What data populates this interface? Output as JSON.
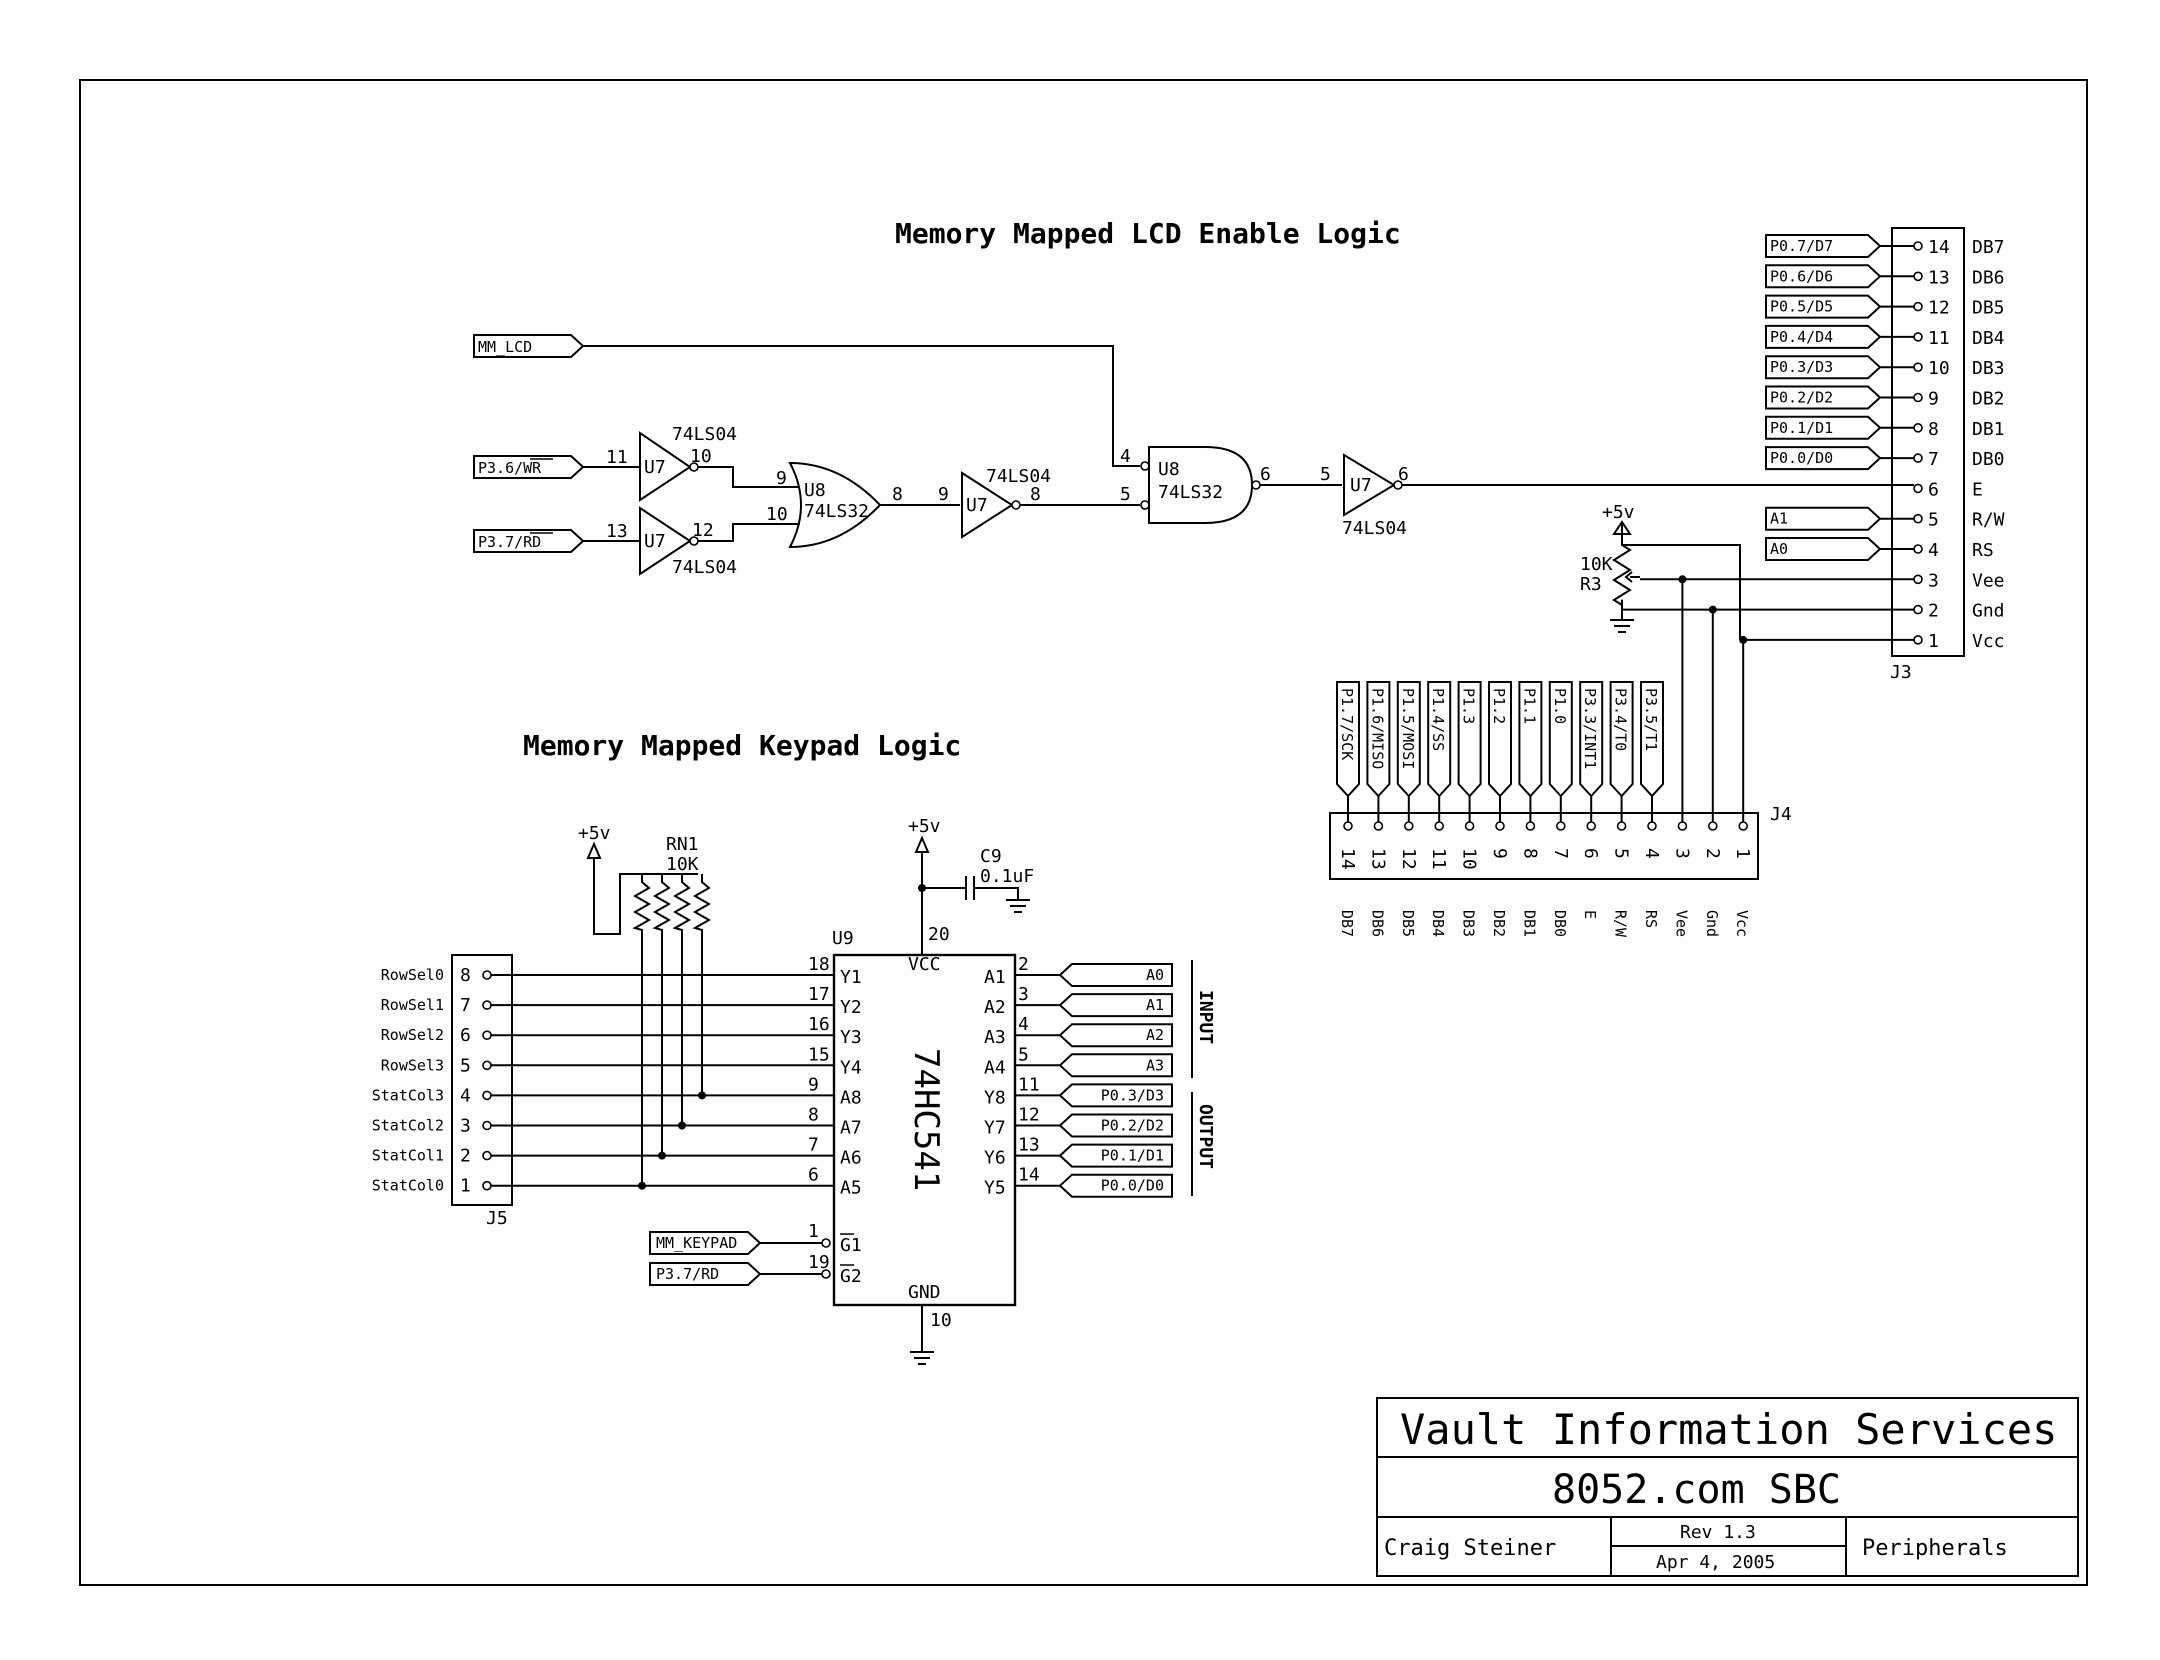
{
  "titles": {
    "lcd": "Memory Mapped LCD Enable Logic",
    "keypad": "Memory Mapped Keypad Logic"
  },
  "lcd_logic": {
    "inputs": {
      "mm_lcd": "MM_LCD",
      "wr": "P3.6/WR",
      "rd": "P3.7/RD"
    },
    "inv_wr": {
      "ref": "U7",
      "part": "74LS04",
      "pin_in": "11",
      "pin_out": "10"
    },
    "inv_rd": {
      "ref": "U7",
      "part": "74LS04",
      "pin_in": "13",
      "pin_out": "12"
    },
    "or_gate": {
      "ref": "U8",
      "part": "74LS32",
      "pin_a": "9",
      "pin_b": "10",
      "pin_out": "8"
    },
    "inv_mid": {
      "ref": "U7",
      "part": "74LS04",
      "pin_in": "9",
      "pin_out": "8"
    },
    "nor_gate": {
      "ref": "U8",
      "part": "74LS32",
      "pin_a": "4",
      "pin_b": "5",
      "pin_out": "6"
    },
    "inv_out": {
      "ref": "U7",
      "part": "74LS04",
      "pin_in": "5",
      "pin_out": "6"
    }
  },
  "j3": {
    "ref": "J3",
    "pins": [
      {
        "num": "14",
        "sig": "DB7",
        "port": "P0.7/D7"
      },
      {
        "num": "13",
        "sig": "DB6",
        "port": "P0.6/D6"
      },
      {
        "num": "12",
        "sig": "DB5",
        "port": "P0.5/D5"
      },
      {
        "num": "11",
        "sig": "DB4",
        "port": "P0.4/D4"
      },
      {
        "num": "10",
        "sig": "DB3",
        "port": "P0.3/D3"
      },
      {
        "num": "9",
        "sig": "DB2",
        "port": "P0.2/D2"
      },
      {
        "num": "8",
        "sig": "DB1",
        "port": "P0.1/D1"
      },
      {
        "num": "7",
        "sig": "DB0",
        "port": "P0.0/D0"
      },
      {
        "num": "6",
        "sig": "E",
        "port": ""
      },
      {
        "num": "5",
        "sig": "R/W",
        "port": "A1"
      },
      {
        "num": "4",
        "sig": "RS",
        "port": "A0"
      },
      {
        "num": "3",
        "sig": "Vee",
        "port": ""
      },
      {
        "num": "2",
        "sig": "Gnd",
        "port": ""
      },
      {
        "num": "1",
        "sig": "Vcc",
        "port": ""
      }
    ]
  },
  "pot": {
    "supply": "+5v",
    "value": "10K",
    "ref": "R3"
  },
  "j4": {
    "ref": "J4",
    "pins": [
      {
        "num": "14",
        "sig": "DB7",
        "port": "P1.7/SCK"
      },
      {
        "num": "13",
        "sig": "DB6",
        "port": "P1.6/MISO"
      },
      {
        "num": "12",
        "sig": "DB5",
        "port": "P1.5/MOSI"
      },
      {
        "num": "11",
        "sig": "DB4",
        "port": "P1.4/SS"
      },
      {
        "num": "10",
        "sig": "DB3",
        "port": "P1.3"
      },
      {
        "num": "9",
        "sig": "DB2",
        "port": "P1.2"
      },
      {
        "num": "8",
        "sig": "DB1",
        "port": "P1.1"
      },
      {
        "num": "7",
        "sig": "DB0",
        "port": "P1.0"
      },
      {
        "num": "6",
        "sig": "E",
        "port": "P3.3/INT1"
      },
      {
        "num": "5",
        "sig": "R/W",
        "port": "P3.4/T0"
      },
      {
        "num": "4",
        "sig": "RS",
        "port": "P3.5/T1"
      },
      {
        "num": "3",
        "sig": "Vee",
        "port": ""
      },
      {
        "num": "2",
        "sig": "Gnd",
        "port": ""
      },
      {
        "num": "1",
        "sig": "Vcc",
        "port": ""
      }
    ]
  },
  "keypad": {
    "supply": "+5v",
    "rn": {
      "ref": "RN1",
      "value": "10K"
    },
    "cap": {
      "supply": "+5v",
      "ref": "C9",
      "value": "0.1uF"
    },
    "j5": {
      "ref": "J5",
      "pins": [
        {
          "num": "8",
          "sig": "RowSel0"
        },
        {
          "num": "7",
          "sig": "RowSel1"
        },
        {
          "num": "6",
          "sig": "RowSel2"
        },
        {
          "num": "5",
          "sig": "RowSel3"
        },
        {
          "num": "4",
          "sig": "StatCol3"
        },
        {
          "num": "3",
          "sig": "StatCol2"
        },
        {
          "num": "2",
          "sig": "StatCol1"
        },
        {
          "num": "1",
          "sig": "StatCol0"
        }
      ]
    },
    "u9": {
      "ref": "U9",
      "part": "74HC541",
      "vcc": "VCC",
      "gnd": "GND",
      "vcc_pin": "20",
      "gnd_pin": "10",
      "left": [
        {
          "pin": "18",
          "name": "Y1"
        },
        {
          "pin": "17",
          "name": "Y2"
        },
        {
          "pin": "16",
          "name": "Y3"
        },
        {
          "pin": "15",
          "name": "Y4"
        },
        {
          "pin": "9",
          "name": "A8"
        },
        {
          "pin": "8",
          "name": "A7"
        },
        {
          "pin": "7",
          "name": "A6"
        },
        {
          "pin": "6",
          "name": "A5"
        }
      ],
      "enables": [
        {
          "pin": "1",
          "name": "G1",
          "net": "MM_KEYPAD"
        },
        {
          "pin": "19",
          "name": "G2",
          "net": "P3.7/RD"
        }
      ],
      "right": [
        {
          "pin": "2",
          "name": "A1",
          "net": "A0"
        },
        {
          "pin": "3",
          "name": "A2",
          "net": "A1"
        },
        {
          "pin": "4",
          "name": "A3",
          "net": "A2"
        },
        {
          "pin": "5",
          "name": "A4",
          "net": "A3"
        },
        {
          "pin": "11",
          "name": "Y8",
          "net": "P0.3/D3"
        },
        {
          "pin": "12",
          "name": "Y7",
          "net": "P0.2/D2"
        },
        {
          "pin": "13",
          "name": "Y6",
          "net": "P0.1/D1"
        },
        {
          "pin": "14",
          "name": "Y5",
          "net": "P0.0/D0"
        }
      ]
    },
    "input_label": "INPUT",
    "output_label": "OUTPUT"
  },
  "title_block": {
    "company": "Vault Information Services",
    "project": "8052.com SBC",
    "author": "Craig Steiner",
    "rev": "Rev 1.3",
    "date": "Apr 4, 2005",
    "sheet": "Peripherals"
  }
}
